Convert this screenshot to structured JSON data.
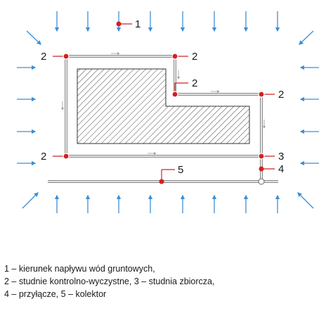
{
  "labels": {
    "l1": "1",
    "l2a": "2",
    "l2b": "2",
    "l2c": "2",
    "l2d": "2",
    "l2e": "2",
    "l3": "3",
    "l4": "4",
    "l5": "5"
  },
  "legend": {
    "line1": "1 – kierunek napływu wód gruntowych,",
    "line2": "2 – studnie kontrolno-wyczystne, 3 – studnia zbiorcza,",
    "line3": "4 – przyłącze, 5 – kolektor"
  },
  "colors": {
    "arrow": "#3d8fd6",
    "well": "#d42020",
    "pipe": "#8a8a8a",
    "hatch": "#4a4a4a"
  }
}
